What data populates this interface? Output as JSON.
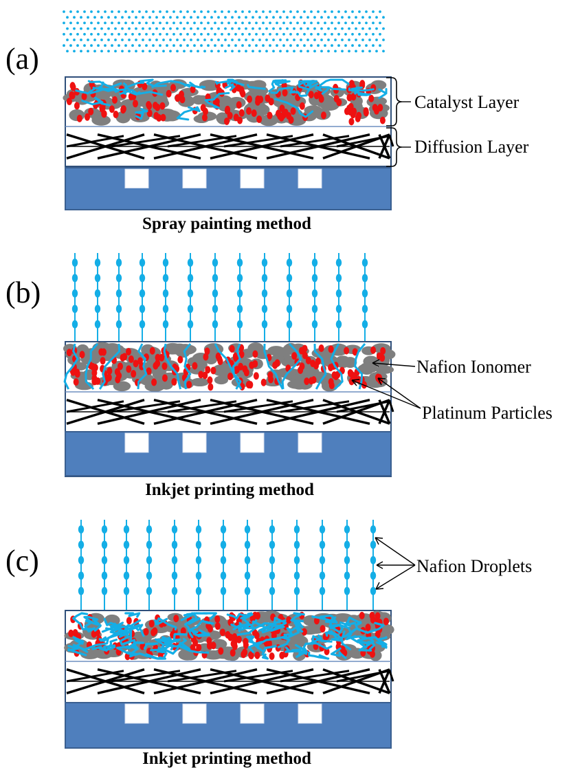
{
  "panels": [
    {
      "label": "(a)",
      "caption": "Spray painting method"
    },
    {
      "label": "(b)",
      "caption": "Inkjet printing method"
    },
    {
      "label": "(c)",
      "caption": "Inkjet printing method"
    }
  ],
  "callouts": {
    "catalyst_layer": "Catalyst Layer",
    "diffusion_layer": "Diffusion Layer",
    "nafion_ionomer": "Nafion Ionomer",
    "platinum_particles": "Platinum Particles",
    "nafion_droplets": "Nafion Droplets"
  },
  "colors": {
    "nafion": "#14aee6",
    "platinum": "#ee1111",
    "carbon": "#7f7f7f",
    "plate": "#4f7fbd",
    "plate_border": "#3a5f90",
    "fiber": "#000000",
    "frame": "#2f4f7a"
  }
}
